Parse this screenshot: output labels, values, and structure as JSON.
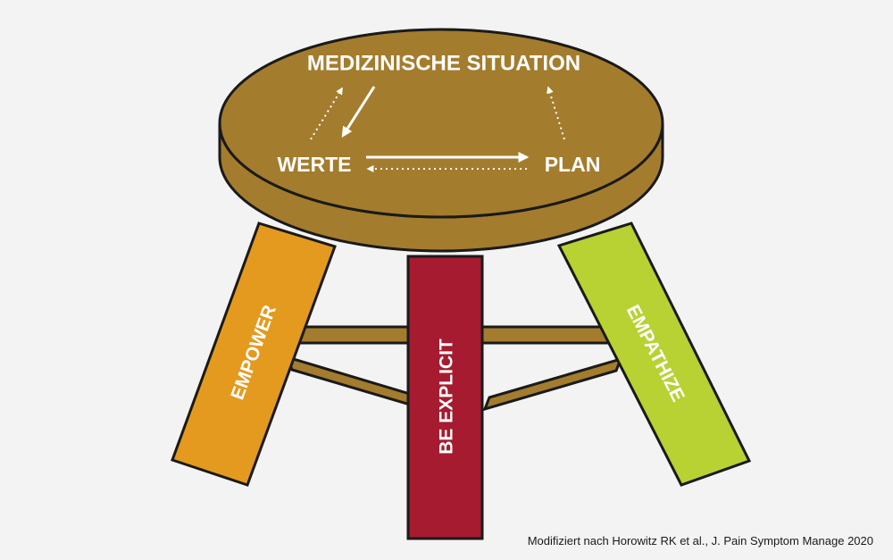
{
  "seat": {
    "top_label": "MEDIZINISCHE SITUATION",
    "left_label": "WERTE",
    "right_label": "PLAN"
  },
  "legs": [
    {
      "label": "EMPOWER",
      "color": "#e49a1e"
    },
    {
      "label": "BE EXPLICIT",
      "color": "#a61b2f"
    },
    {
      "label": "EMPATHIZE",
      "color": "#b7d232"
    }
  ],
  "colors": {
    "wood": "#a47c2d",
    "outline": "#1a1a1a",
    "background": "#f3f3f3"
  },
  "source_note": "Modifiziert nach Horowitz RK et al., J. Pain Symptom Manage 2020"
}
